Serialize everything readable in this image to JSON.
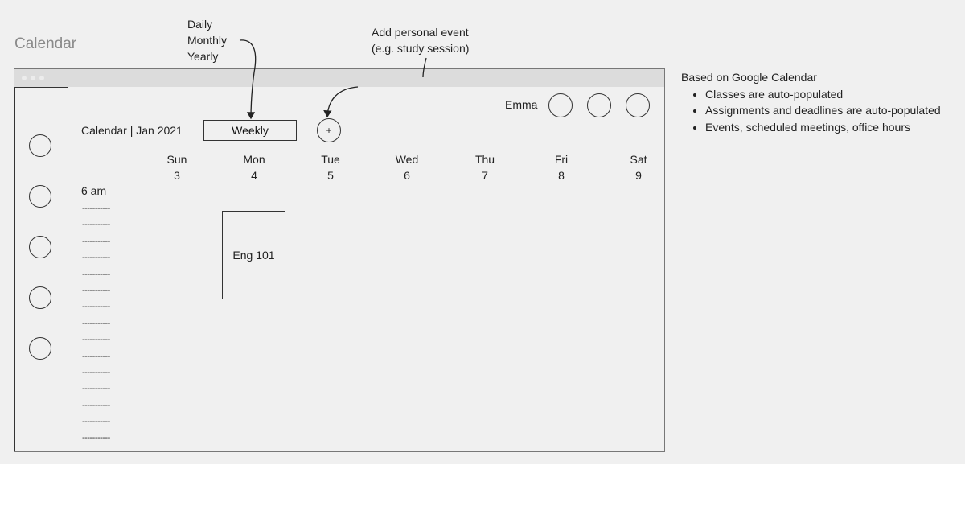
{
  "board": {
    "title": "Calendar"
  },
  "annotations": {
    "view_modes": [
      "Daily",
      "Monthly",
      "Yearly"
    ],
    "add_event": [
      "Add personal event",
      "(e.g. study session)"
    ]
  },
  "notes": {
    "heading": "Based on Google Calendar",
    "bullets": [
      "Classes are auto-populated",
      "Assignments and deadlines are auto-populated",
      "Events, scheduled meetings, office hours"
    ]
  },
  "app": {
    "header_title": "Calendar | Jan 2021",
    "view_selected": "Weekly",
    "add_label": "+",
    "user_name": "Emma",
    "days": [
      {
        "name": "Sun",
        "date": "3"
      },
      {
        "name": "Mon",
        "date": "4"
      },
      {
        "name": "Tue",
        "date": "5"
      },
      {
        "name": "Wed",
        "date": "6"
      },
      {
        "name": "Thu",
        "date": "7"
      },
      {
        "name": "Fri",
        "date": "8"
      },
      {
        "name": "Sat",
        "date": "9"
      }
    ],
    "time_start": "6 am",
    "slot_rows": [
      "-----------",
      "-----------",
      "-----------",
      "-----------",
      "-----------",
      "-----------",
      "-----------",
      "-----------",
      "-----------",
      "-----------",
      "-----------",
      "-----------",
      "-----------",
      "-----------",
      "-----------"
    ],
    "event": {
      "title": "Eng 101"
    }
  },
  "icons": {
    "sidebar": [
      "nav-icon-1",
      "nav-icon-2",
      "nav-icon-3",
      "nav-icon-4",
      "nav-icon-5"
    ],
    "header": [
      "avatar-icon",
      "notifications-icon",
      "settings-icon"
    ]
  },
  "colors": {
    "board_bg": "#f0f0f0",
    "stroke": "#333333",
    "muted_title": "#8a8a8a"
  }
}
